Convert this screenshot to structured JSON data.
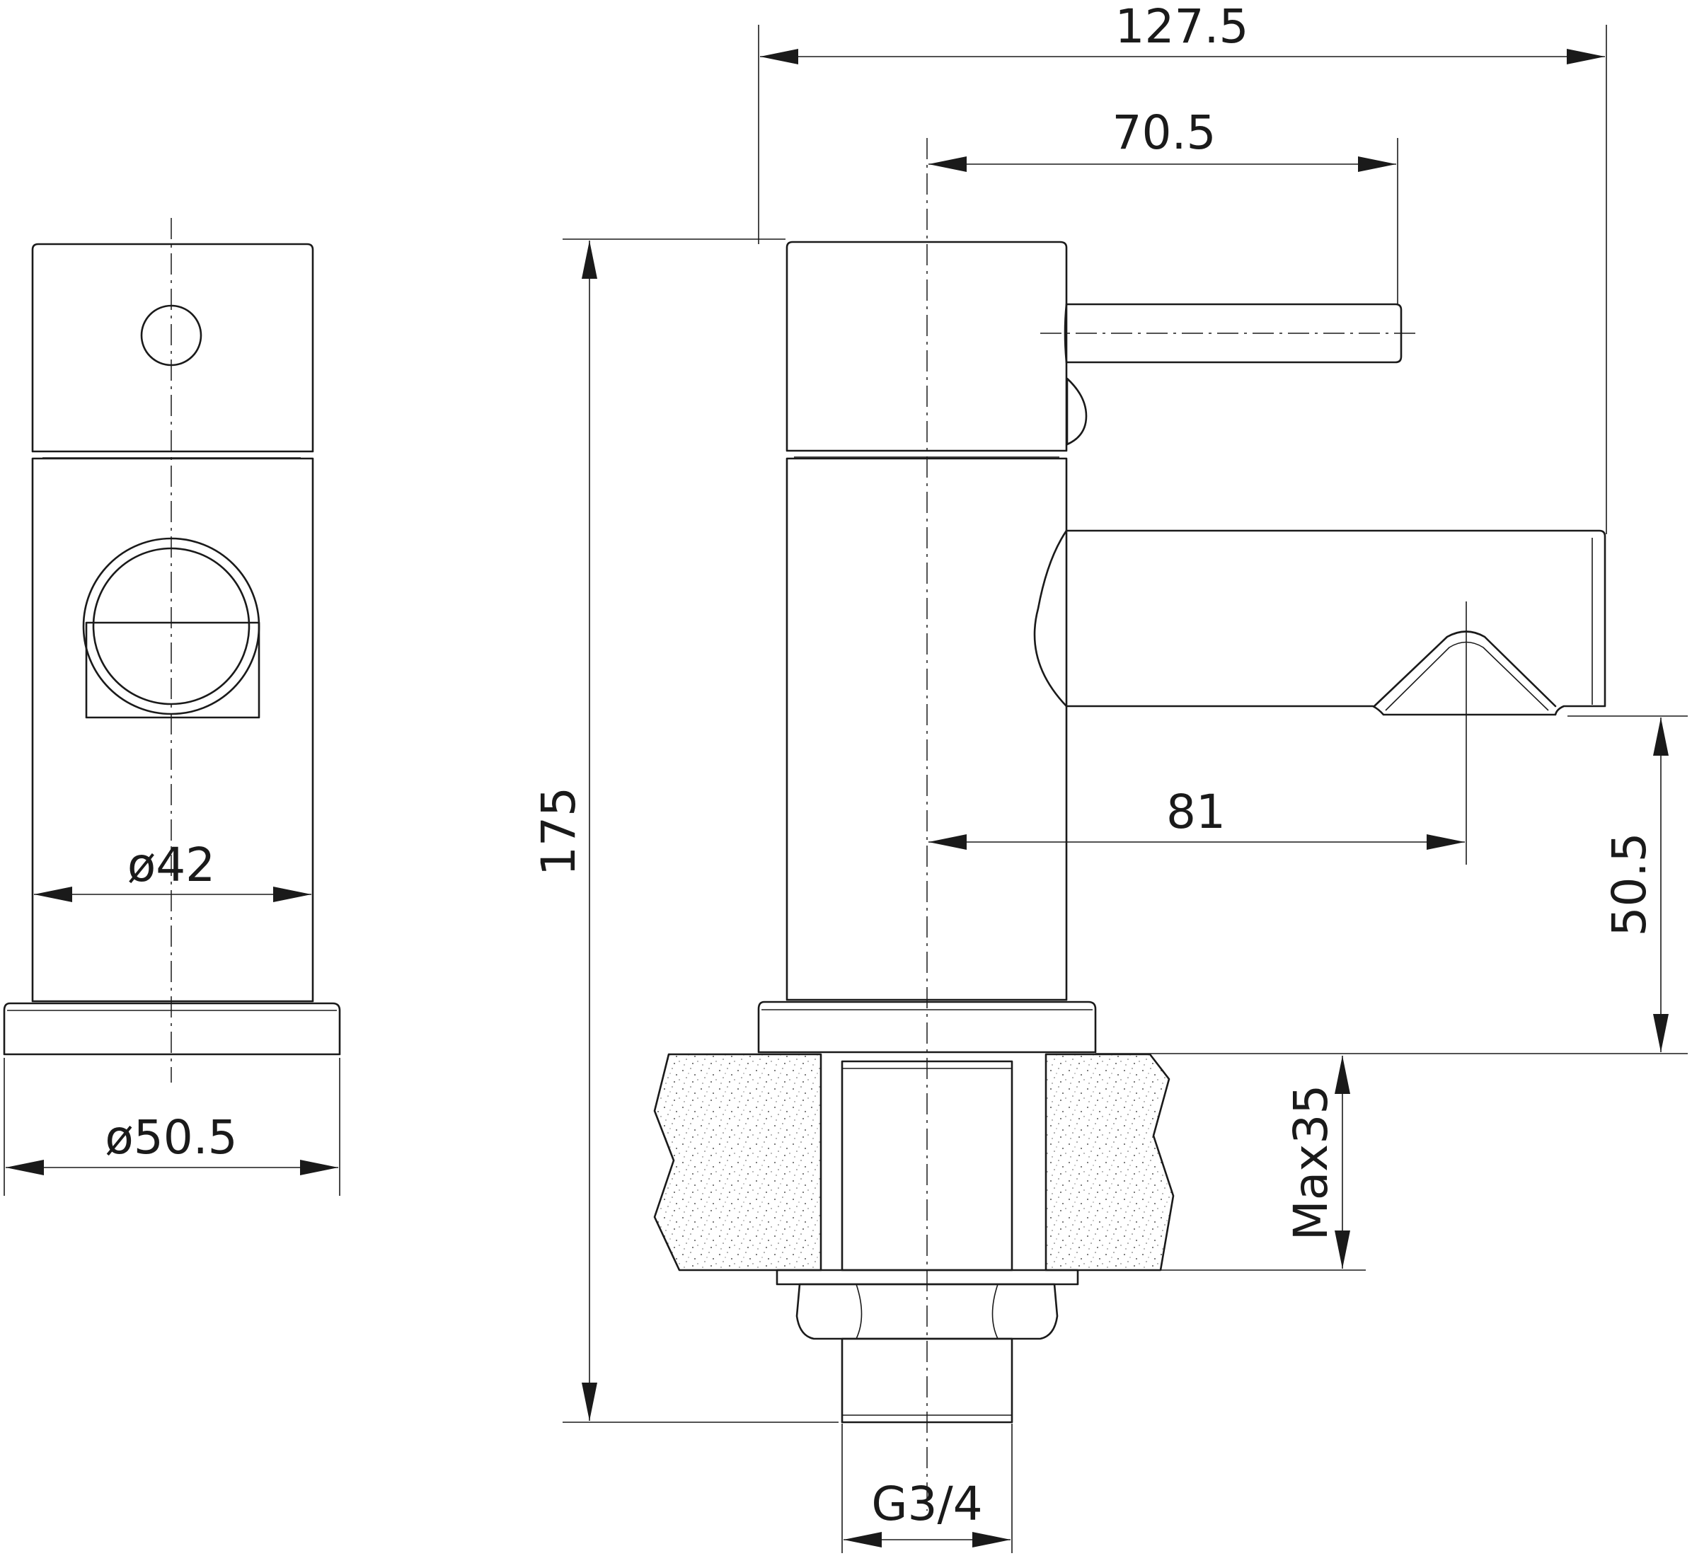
{
  "dimensions": {
    "overall_width": "127.5",
    "handle_reach": "70.5",
    "total_height": "175",
    "spout_reach": "81",
    "spout_height": "50.5",
    "max_deck_thickness": "Max35",
    "connection_thread": "G3/4",
    "body_diameter": "ø42",
    "base_diameter": "ø50.5"
  },
  "colors": {
    "line": "#1a1a1a",
    "background": "#ffffff"
  }
}
